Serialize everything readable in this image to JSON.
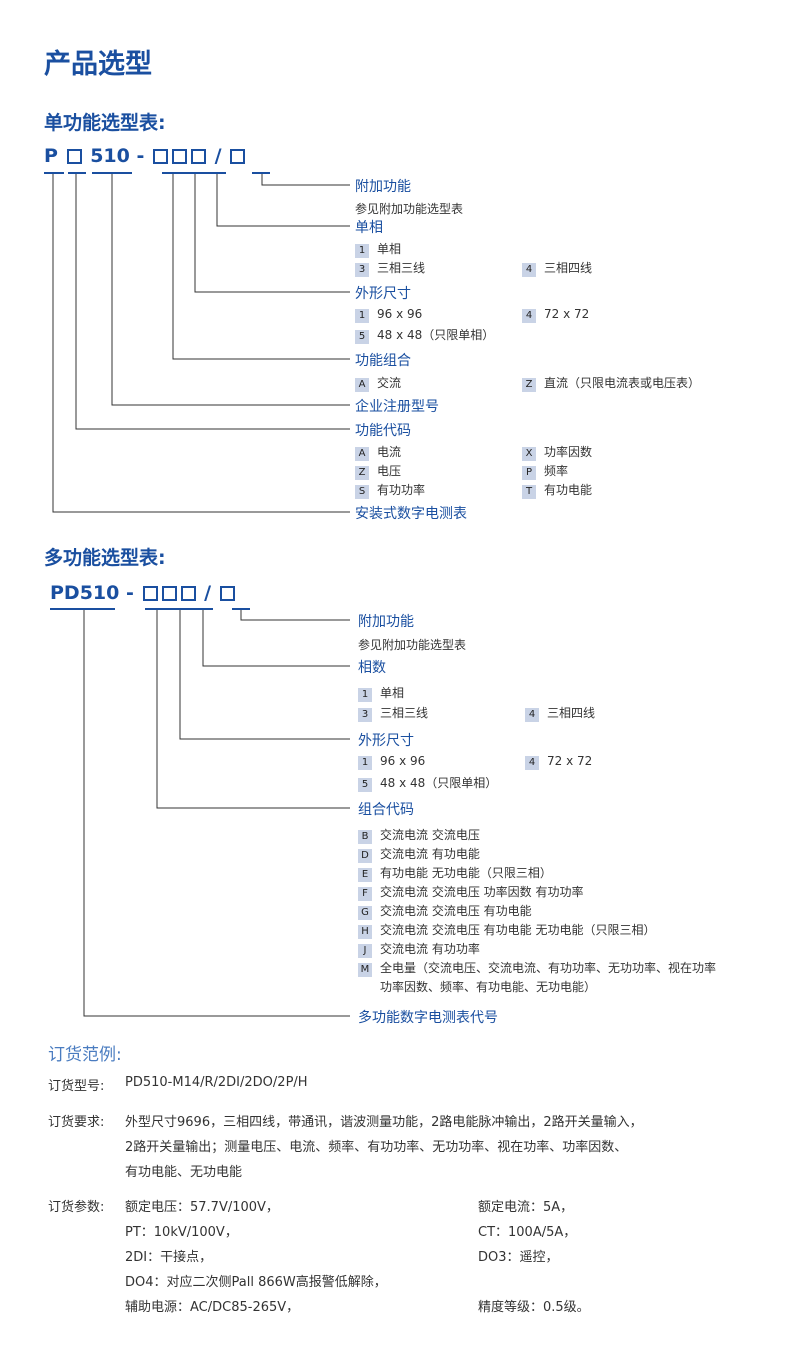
{
  "title": "产品选型",
  "single": {
    "heading": "单功能选型表:",
    "code_parts": [
      "P",
      "510",
      "-",
      "/"
    ],
    "labels": {
      "addon": "附加功能",
      "addon_note": "参见附加功能选型表",
      "phase": "单相",
      "shape": "外形尺寸",
      "combo": "功能组合",
      "reg": "企业注册型号",
      "func": "功能代码",
      "meter": "安装式数字电测表"
    },
    "phase_items": [
      {
        "key": "1",
        "text": "单相"
      },
      {
        "key": "3",
        "text": "三相三线"
      },
      {
        "key": "4",
        "text": "三相四线"
      }
    ],
    "shape_items": [
      {
        "key": "1",
        "text": "96 x 96"
      },
      {
        "key": "4",
        "text": "72 x 72"
      },
      {
        "key": "5",
        "text": "48 x 48（只限单相）"
      }
    ],
    "combo_items": [
      {
        "key": "A",
        "text": "交流"
      },
      {
        "key": "Z",
        "text": "直流（只限电流表或电压表）"
      }
    ],
    "func_items": [
      {
        "key": "A",
        "text": "电流"
      },
      {
        "key": "X",
        "text": "功率因数"
      },
      {
        "key": "Z",
        "text": "电压"
      },
      {
        "key": "P",
        "text": "频率"
      },
      {
        "key": "S",
        "text": "有功功率"
      },
      {
        "key": "T",
        "text": "有功电能"
      }
    ]
  },
  "multi": {
    "heading": "多功能选型表:",
    "code_parts": [
      "PD510",
      "-",
      "/"
    ],
    "labels": {
      "addon": "附加功能",
      "addon_note": "参见附加功能选型表",
      "phase": "相数",
      "shape": "外形尺寸",
      "combo": "组合代码",
      "meter": "多功能数字电测表代号"
    },
    "phase_items": [
      {
        "key": "1",
        "text": "单相"
      },
      {
        "key": "3",
        "text": "三相三线"
      },
      {
        "key": "4",
        "text": "三相四线"
      }
    ],
    "shape_items": [
      {
        "key": "1",
        "text": "96 x 96"
      },
      {
        "key": "4",
        "text": "72 x 72"
      },
      {
        "key": "5",
        "text": "48 x 48（只限单相）"
      }
    ],
    "combo_items": [
      {
        "key": "B",
        "text": "交流电流 交流电压"
      },
      {
        "key": "D",
        "text": "交流电流 有功电能"
      },
      {
        "key": "E",
        "text": "有功电能 无功电能（只限三相）"
      },
      {
        "key": "F",
        "text": "交流电流 交流电压 功率因数 有功功率"
      },
      {
        "key": "G",
        "text": "交流电流 交流电压 有功电能"
      },
      {
        "key": "H",
        "text": "交流电流 交流电压 有功电能 无功电能（只限三相）"
      },
      {
        "key": "J",
        "text": "交流电流 有功功率"
      },
      {
        "key": "M",
        "text": "全电量（交流电压、交流电流、有功功率、无功功率、视在功率"
      },
      {
        "key": "",
        "text": "功率因数、频率、有功电能、无功电能）"
      }
    ]
  },
  "order": {
    "heading": "订货范例:",
    "model_label": "订货型号:",
    "model_value": "PD510-M14/R/2DI/2DO/2P/H",
    "req_label": "订货要求:",
    "req_lines": [
      "外型尺寸9696，三相四线，带通讯，谐波测量功能，2路电能脉冲输出，2路开关量输入，",
      "2路开关量输出；测量电压、电流、频率、有功功率、无功功率、视在功率、功率因数、",
      "有功电能、无功电能"
    ],
    "param_label": "订货参数:",
    "params_left": [
      "额定电压：57.7V/100V，",
      "PT：10kV/100V，",
      "2DI：干接点，",
      "DO4：对应二次侧Pall 866W高报警低解除，",
      "辅助电源：AC/DC85-265V，"
    ],
    "params_right": [
      "额定电流：5A，",
      "CT：100A/5A，",
      "DO3：遥控，",
      "",
      "精度等级：0.5级。"
    ]
  }
}
